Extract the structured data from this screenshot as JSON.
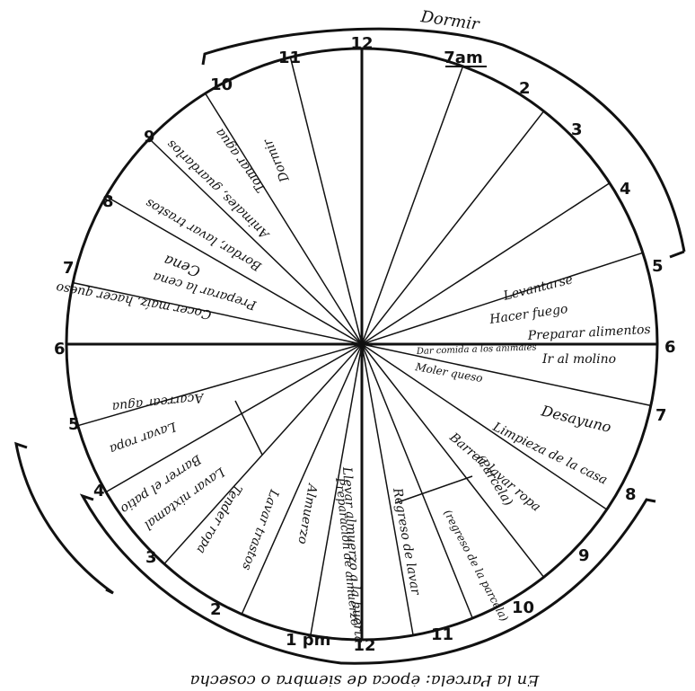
{
  "diagram": {
    "top_hour": "12",
    "seven_am": "7am",
    "one_pm": "1 pm",
    "bottom_hour": "12",
    "right_hours": [
      "2",
      "3",
      "4",
      "5",
      "6",
      "7",
      "8",
      "9",
      "10",
      "11"
    ],
    "left_hours_top": [
      "11",
      "10",
      "9",
      "8",
      "7",
      "6"
    ],
    "left_hours_bottom": [
      "5",
      "4",
      "3",
      "2"
    ],
    "arc_top_label": "Dormir",
    "arc_bottom_label": "En la Parcela: época de siembra o cosecha",
    "activities": {
      "levantarse": "Levantarse",
      "hacer_fuego": "Hacer fuego",
      "preparar_alimentos": "Preparar alimentos",
      "dar_comida": "Dar comida a los animales",
      "ir_molino": "Ir al molino",
      "moler_queso": "Moler queso",
      "desayuno": "Desayuno",
      "limpieza": "Limpieza de la casa",
      "barrer": "Barrer, lavar ropa",
      "regreso": "(regreso de la parcela)",
      "parcela": "(Parcela)",
      "regreso_lavar": "Regreso de lavar",
      "preparacion": "Preparación de almuerzo",
      "llevar_almuerzo": "Llevar almuerzo a la huerta",
      "almuerzo": "Almuerzo",
      "lavar_trastes": "Lavar trastos",
      "tender_ropa": "Tender ropa",
      "barrer_patio": "Barrer el patio",
      "lavar_nixtamal": "Lavar nixtamal",
      "lavar_ropa": "Lavar ropa",
      "acarrear_agua": "Acarrear agua",
      "cocer_maiz": "Cocer maíz, hacer queso",
      "preparar_cena": "Preparar la cena",
      "cena": "Cena",
      "bordar": "Bordar, lavar trastos",
      "animales_guardarlos": "Animales, guardarlos",
      "tomar_agua": "Tomar agua",
      "dormir": "Dormir"
    }
  }
}
